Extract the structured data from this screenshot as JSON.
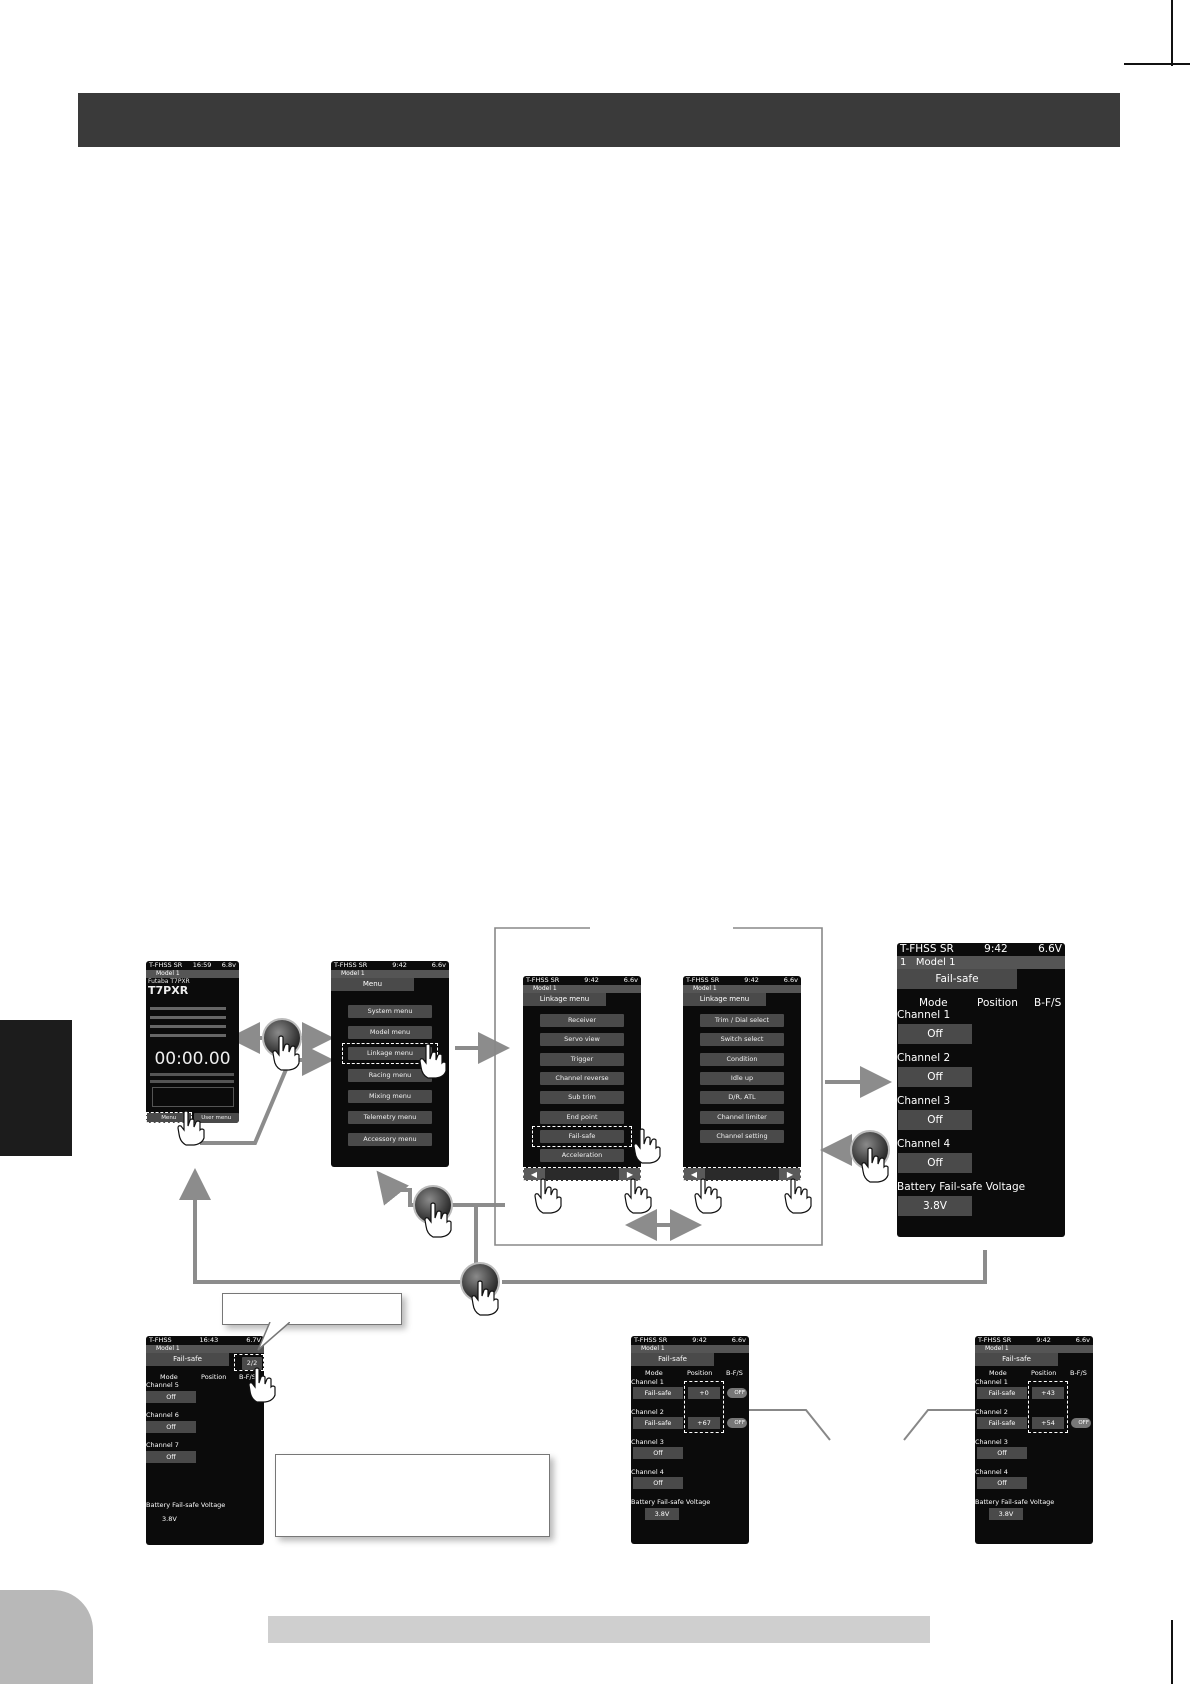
{
  "home_screen": {
    "status_left": "T-FHSS SR",
    "status_time": "16:59",
    "status_batt": "6.8v",
    "model_line": "Model 1",
    "brand_line": "Futaba T7PXR",
    "brand": "Futaba",
    "model_name": "T7PXR",
    "timer": "00:00.00",
    "bottom_left": "Menu",
    "bottom_right": "User menu"
  },
  "menu_screen": {
    "status_left": "T-FHSS SR",
    "status_time": "9:42",
    "status_batt": "6.6v",
    "model": "Model 1",
    "title": "Menu",
    "items": [
      "System menu",
      "Model menu",
      "Linkage menu",
      "Racing menu",
      "Mixing menu",
      "Telemetry menu",
      "Accessory menu"
    ]
  },
  "linkage_p1": {
    "status_left": "T-FHSS SR",
    "status_time": "9:42",
    "status_batt": "6.6v",
    "model": "Model 1",
    "title": "Linkage menu",
    "items": [
      "Receiver",
      "Servo view",
      "Trigger",
      "Channel reverse",
      "Sub trim",
      "End point",
      "Fail-safe",
      "Acceleration"
    ]
  },
  "linkage_p2": {
    "status_left": "T-FHSS SR",
    "status_time": "9:42",
    "status_batt": "6.6v",
    "model": "Model 1",
    "title": "Linkage menu",
    "items": [
      "Trim / Dial select",
      "Switch select",
      "Condition",
      "Idle up",
      "D/R, ATL",
      "Channel limiter",
      "Channel setting"
    ]
  },
  "failsafe_big": {
    "status_left": "T-FHSS SR",
    "status_time": "9:42",
    "status_batt": "6.6V",
    "model_num": "1",
    "model": "Model 1",
    "title": "Fail-safe",
    "col_mode": "Mode",
    "col_position": "Position",
    "col_bfs": "B-F/S",
    "channels": [
      {
        "label": "Channel 1",
        "mode": "Off"
      },
      {
        "label": "Channel 2",
        "mode": "Off"
      },
      {
        "label": "Channel 3",
        "mode": "Off"
      },
      {
        "label": "Channel 4",
        "mode": "Off"
      }
    ],
    "battery_label": "Battery Fail-safe Voltage",
    "battery_value": "3.8V"
  },
  "failsafe_page2": {
    "status_left": "T-FHSS",
    "status_time": "16:43",
    "status_batt": "6.7V",
    "model": "Model 1",
    "title": "Fail-safe",
    "page": "2/2",
    "col_mode": "Mode",
    "col_position": "Position",
    "col_bfs": "B-F/S",
    "channels": [
      {
        "label": "Channel 5",
        "mode": "Off"
      },
      {
        "label": "Channel 6",
        "mode": "Off"
      },
      {
        "label": "Channel 7",
        "mode": "Off"
      }
    ],
    "battery_label": "Battery Fail-safe Voltage",
    "battery_value": "3.8V"
  },
  "failsafe_a": {
    "status_left": "T-FHSS SR",
    "status_time": "9:42",
    "status_batt": "6.6v",
    "model": "Model 1",
    "title": "Fail-safe",
    "col_mode": "Mode",
    "col_position": "Position",
    "col_bfs": "B-F/S",
    "channels": [
      {
        "label": "Channel 1",
        "mode": "Fail-safe",
        "position": "+0",
        "bfs": "OFF"
      },
      {
        "label": "Channel 2",
        "mode": "Fail-safe",
        "position": "+67",
        "bfs": "OFF"
      },
      {
        "label": "Channel 3",
        "mode": "Off"
      },
      {
        "label": "Channel 4",
        "mode": "Off"
      }
    ],
    "battery_label": "Battery Fail-safe Voltage",
    "battery_value": "3.8V"
  },
  "failsafe_b": {
    "status_left": "T-FHSS SR",
    "status_time": "9:42",
    "status_batt": "6.6v",
    "model": "Model 1",
    "title": "Fail-safe",
    "col_mode": "Mode",
    "col_position": "Position",
    "col_bfs": "B-F/S",
    "channels": [
      {
        "label": "Channel 1",
        "mode": "Fail-safe",
        "position": "+43"
      },
      {
        "label": "Channel 2",
        "mode": "Fail-safe",
        "position": "+54",
        "bfs": "OFF"
      },
      {
        "label": "Channel 3",
        "mode": "Off"
      },
      {
        "label": "Channel 4",
        "mode": "Off"
      }
    ],
    "battery_label": "Battery Fail-safe Voltage",
    "battery_value": "3.8V"
  },
  "colors": {
    "arrow": "#8c8c8c",
    "screen_bg": "#0b0b0b",
    "button": "#4a4a4a",
    "header_bar": "#3a3a3a"
  }
}
